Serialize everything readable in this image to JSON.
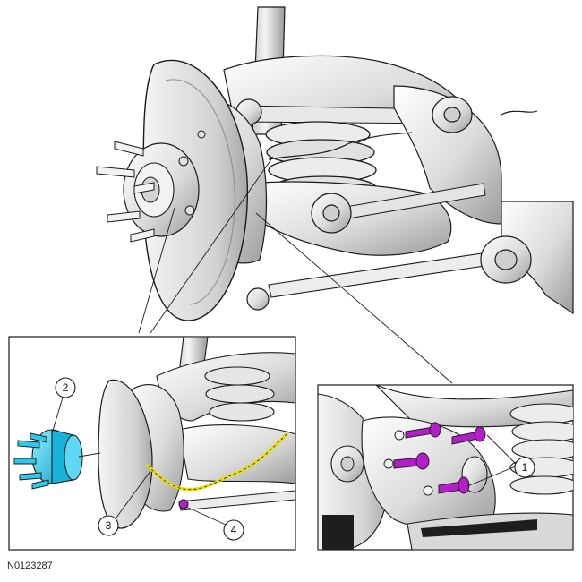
{
  "figure": {
    "id_label": "N0123287"
  },
  "callouts": [
    {
      "label": "1",
      "part": "suspension-bolts"
    },
    {
      "label": "2",
      "part": "wheel-hub"
    },
    {
      "label": "3",
      "part": "sensor-harness"
    },
    {
      "label": "4",
      "part": "harness-bolt"
    }
  ],
  "colors": {
    "hub": "#22c6ee",
    "harness": "#e8e000",
    "bolts": "#b21fc8",
    "line": "#1a1a1a",
    "metal": "#e6e6e6"
  }
}
